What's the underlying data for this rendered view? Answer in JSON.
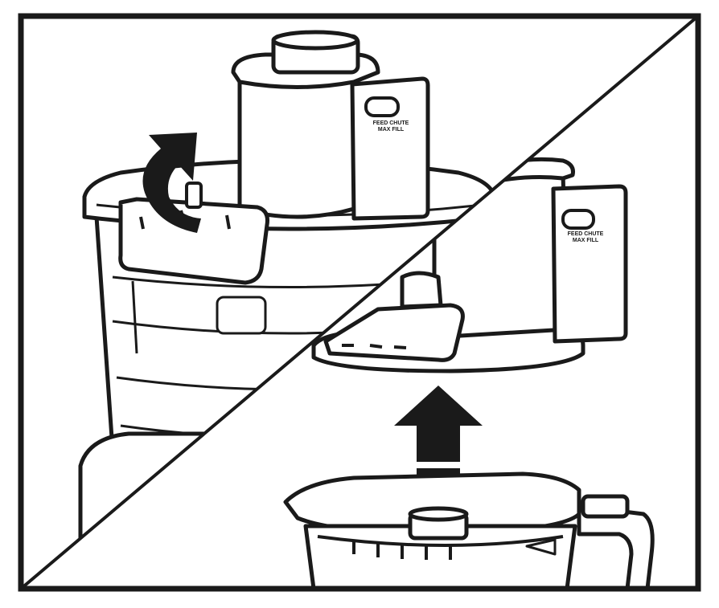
{
  "panel_left": {
    "chute_label_line1": "FEED CHUTE",
    "chute_label_line2": "MAX FILL"
  },
  "panel_right": {
    "chute_label_line1": "FEED CHUTE",
    "chute_label_line2": "MAX FILL"
  },
  "colors": {
    "ink": "#1a1a1a",
    "paper": "#ffffff",
    "shade": "#e6e6e6"
  },
  "icons": {
    "left_arrow": "curved-up-arrow-icon",
    "right_arrow": "straight-up-arrow-icon"
  }
}
